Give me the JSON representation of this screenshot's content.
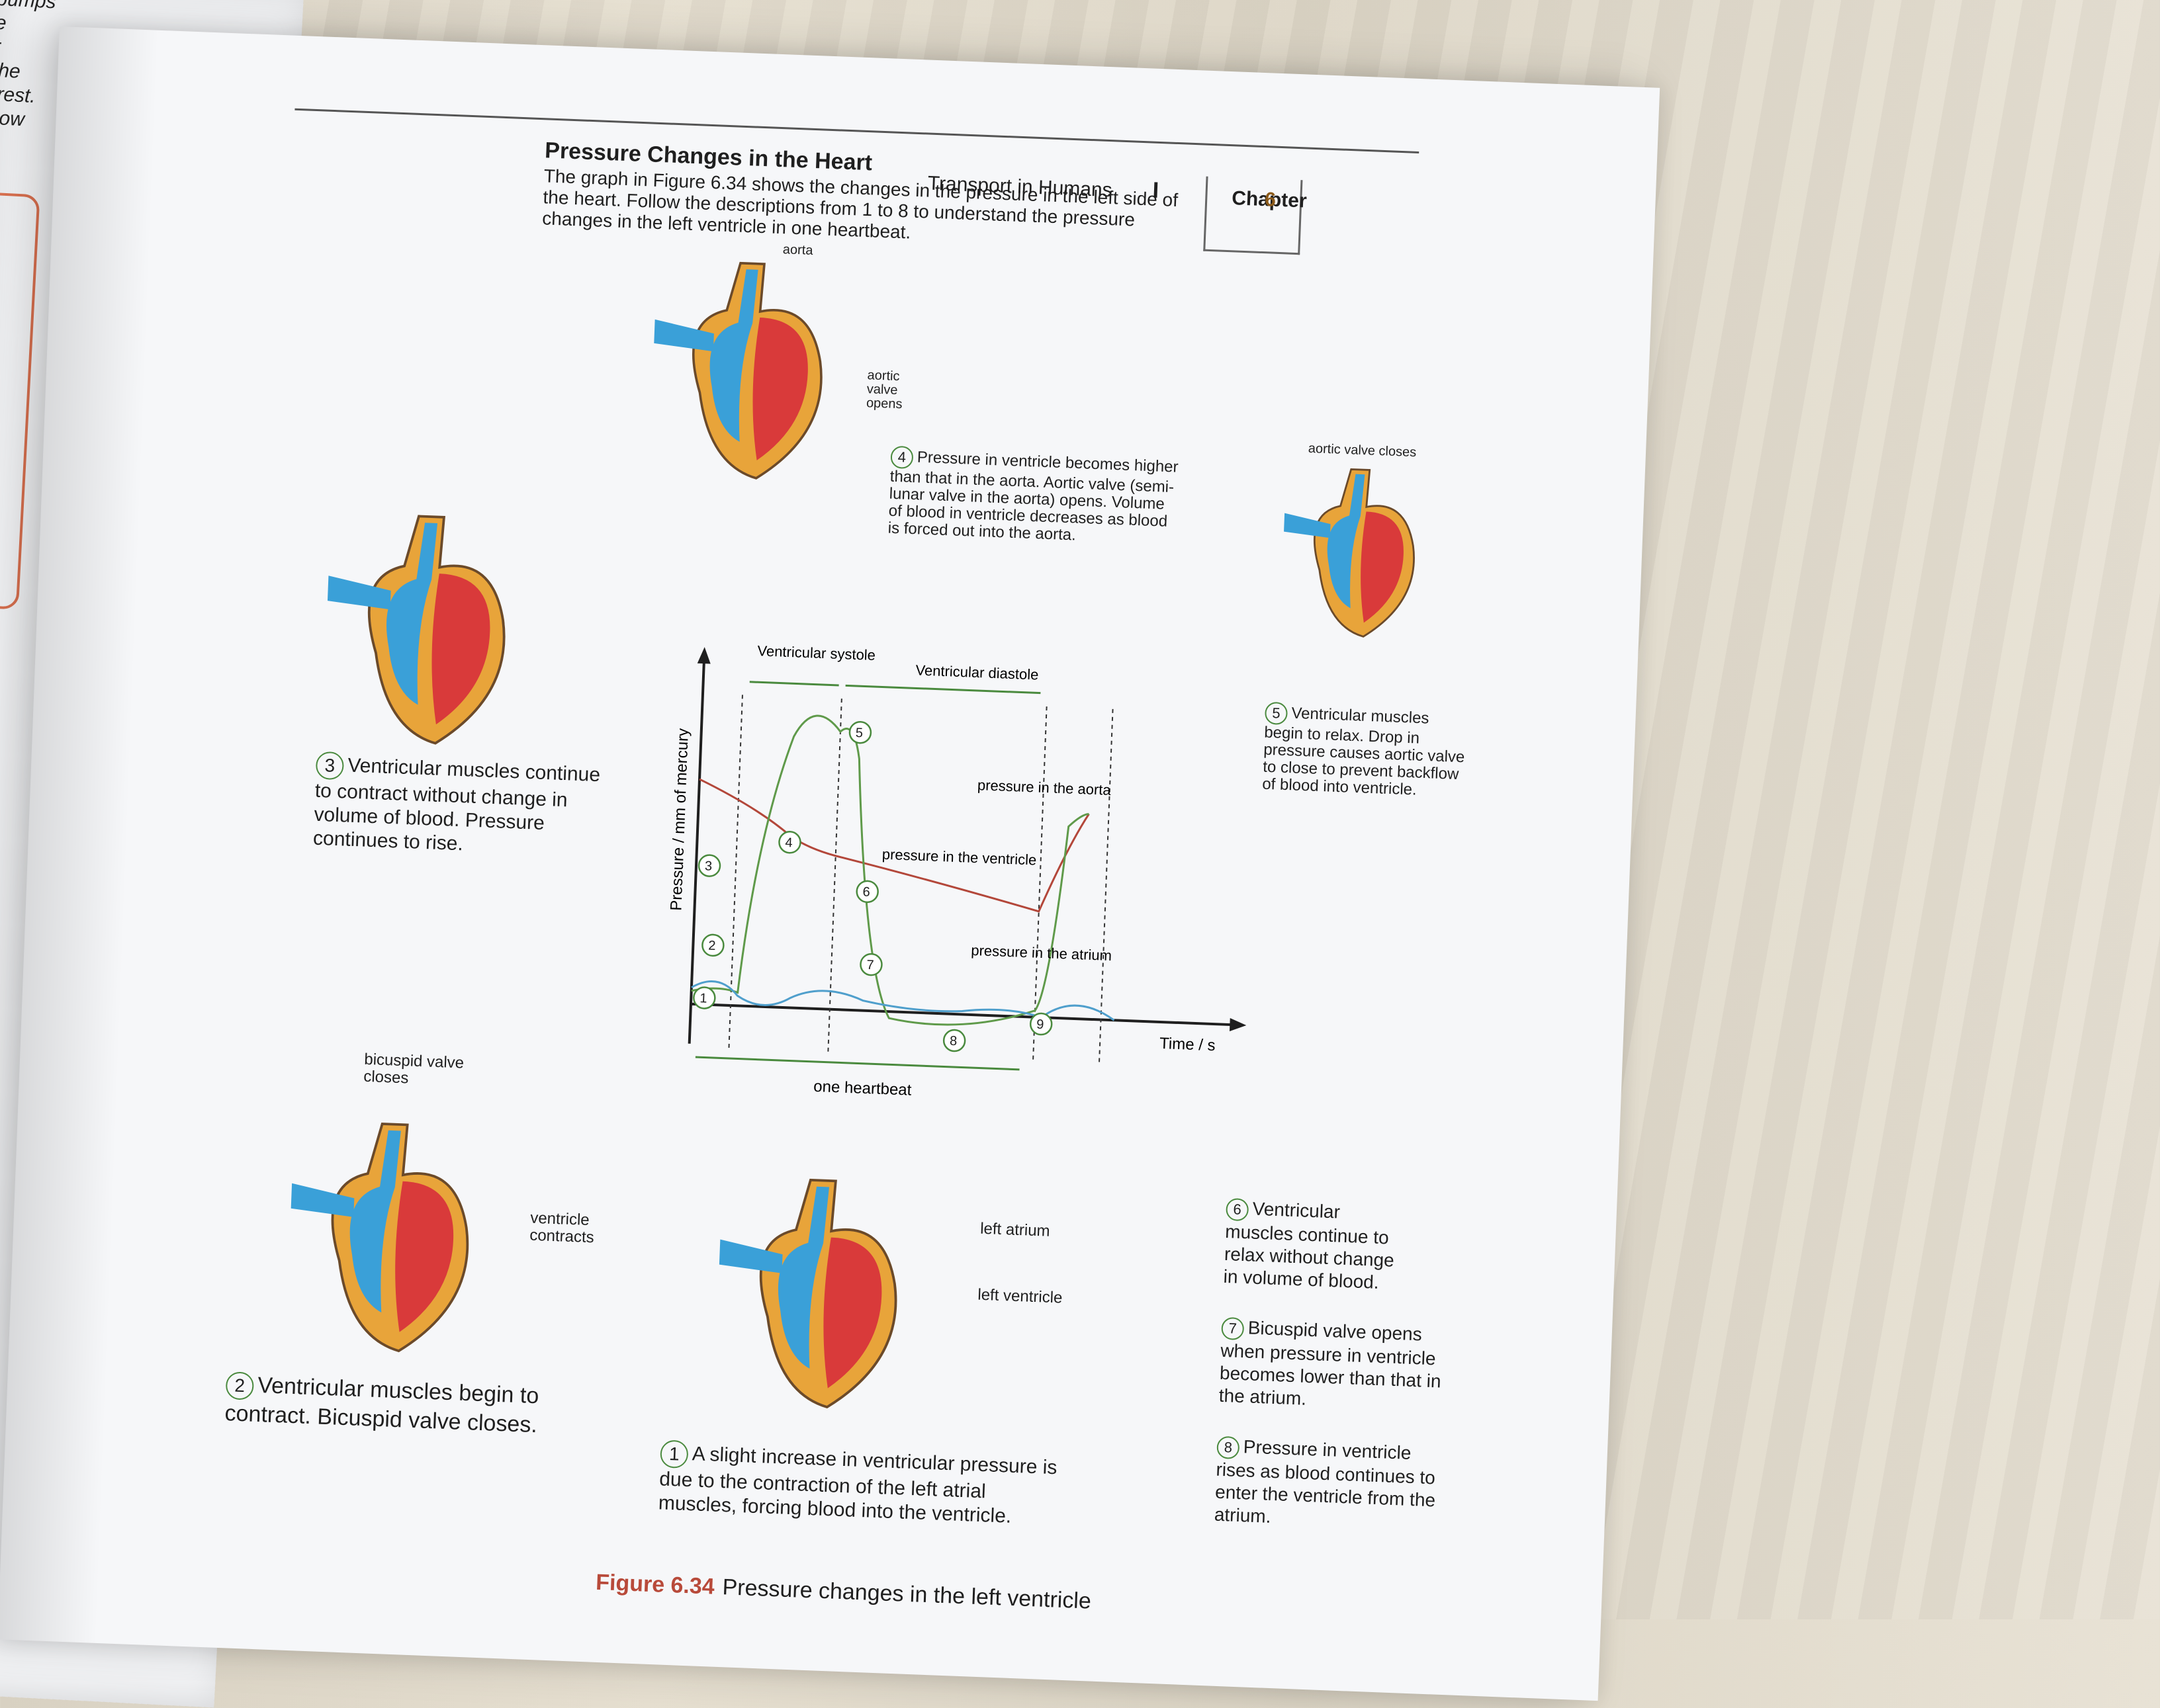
{
  "left_page": {
    "fragment_lines": [
      "t pumps",
      "he",
      "er",
      ", the",
      "g rest.",
      "y low"
    ]
  },
  "header": {
    "section": "Transport in Humans",
    "separator": "I",
    "chapter_label": "Chapter",
    "chapter_number": "6"
  },
  "section": {
    "title": "Pressure Changes in the Heart",
    "intro": "The graph in Figure 6.34 shows the changes in the pressure in the left side of the heart. Follow the descriptions from 1 to 8 to understand the pressure changes in the left ventricle in one heartbeat."
  },
  "labels": {
    "aorta": "aorta",
    "aortic_valve_opens": "aortic valve opens",
    "aortic_valve_closes": "aortic valve closes",
    "bicuspid_valve_closes": "bicuspid valve closes",
    "ventricle_contracts": "ventricle contracts",
    "left_atrium": "left atrium",
    "left_ventricle": "left ventricle"
  },
  "steps": [
    {
      "n": "1",
      "text": "A slight increase in ventricular pressure is due to the contraction of the left atrial muscles, forcing blood into the ventricle."
    },
    {
      "n": "2",
      "text": "Ventricular muscles begin to contract. Bicuspid valve closes."
    },
    {
      "n": "3",
      "text": "Ventricular muscles continue to contract without change in volume of blood. Pressure continues to rise."
    },
    {
      "n": "4",
      "text": "Pressure in ventricle becomes higher than that in the aorta. Aortic valve (semi-lunar valve in the aorta) opens. Volume of blood in ventricle decreases as blood is forced out into the aorta."
    },
    {
      "n": "5",
      "text": "Ventricular muscles begin to relax. Drop in pressure causes aortic valve to close to prevent backflow of blood into ventricle."
    },
    {
      "n": "6",
      "text": "Ventricular muscles continue to relax without change in volume of blood."
    },
    {
      "n": "7",
      "text": "Bicuspid valve opens when pressure in ventricle becomes lower than that in the atrium."
    },
    {
      "n": "8",
      "text": "Pressure in ventricle rises as blood continues to enter the ventricle from the atrium."
    }
  ],
  "chart": {
    "ylabel": "Pressure / mm of mercury",
    "xlabel": "Time / s",
    "systole": "Ventricular systole",
    "diastole": "Ventricular diastole",
    "heartbeat": "one heartbeat",
    "aorta_curve": "pressure in the aorta",
    "ventricle_curve": "pressure in the ventricle",
    "atrium_curve": "pressure in the atrium",
    "markers": [
      "1",
      "2",
      "3",
      "4",
      "5",
      "6",
      "7",
      "8",
      "9"
    ],
    "colors": {
      "aorta": "#b3473a",
      "ventricle": "#5f9a4a",
      "atrium": "#4f9fcc",
      "axis": "#1f1f1f",
      "marker": "#4a8a3e"
    }
  },
  "figure": {
    "number": "Figure 6.34",
    "caption": "Pressure changes in the left ventricle"
  },
  "colors": {
    "heart_blue": "#3aa0d8",
    "heart_red": "#d93a3a",
    "heart_muscle": "#e8a43a",
    "heart_outline": "#6b4a2a"
  }
}
